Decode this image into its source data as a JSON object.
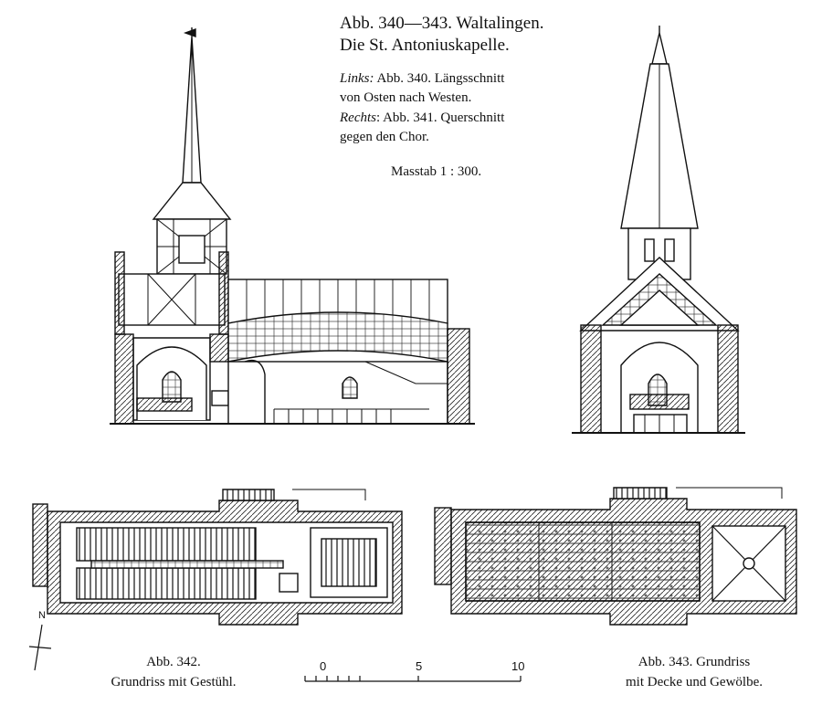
{
  "caption": {
    "title_line1": "Abb. 340—343. Waltalingen.",
    "title_line2": "Die St. Antoniuskapelle.",
    "links_label": "Links:",
    "links_text1": "Abb. 340. Längsschnitt",
    "links_text2": "von Osten nach Westen.",
    "rechts_label": "Rechts",
    "rechts_text1": ": Abb. 341. Querschnitt",
    "rechts_text2": "gegen den Chor.",
    "scale_text": "Masstab 1 : 300."
  },
  "plan342": {
    "line1": "Abb. 342.",
    "line2": "Grundriss mit Gestühl."
  },
  "plan343": {
    "line1": "Abb. 343. Grundriss",
    "line2": "mit Decke und Gewölbe."
  },
  "north_label": "N",
  "scale_bar": {
    "ticks": [
      "0",
      "5",
      "10"
    ]
  }
}
